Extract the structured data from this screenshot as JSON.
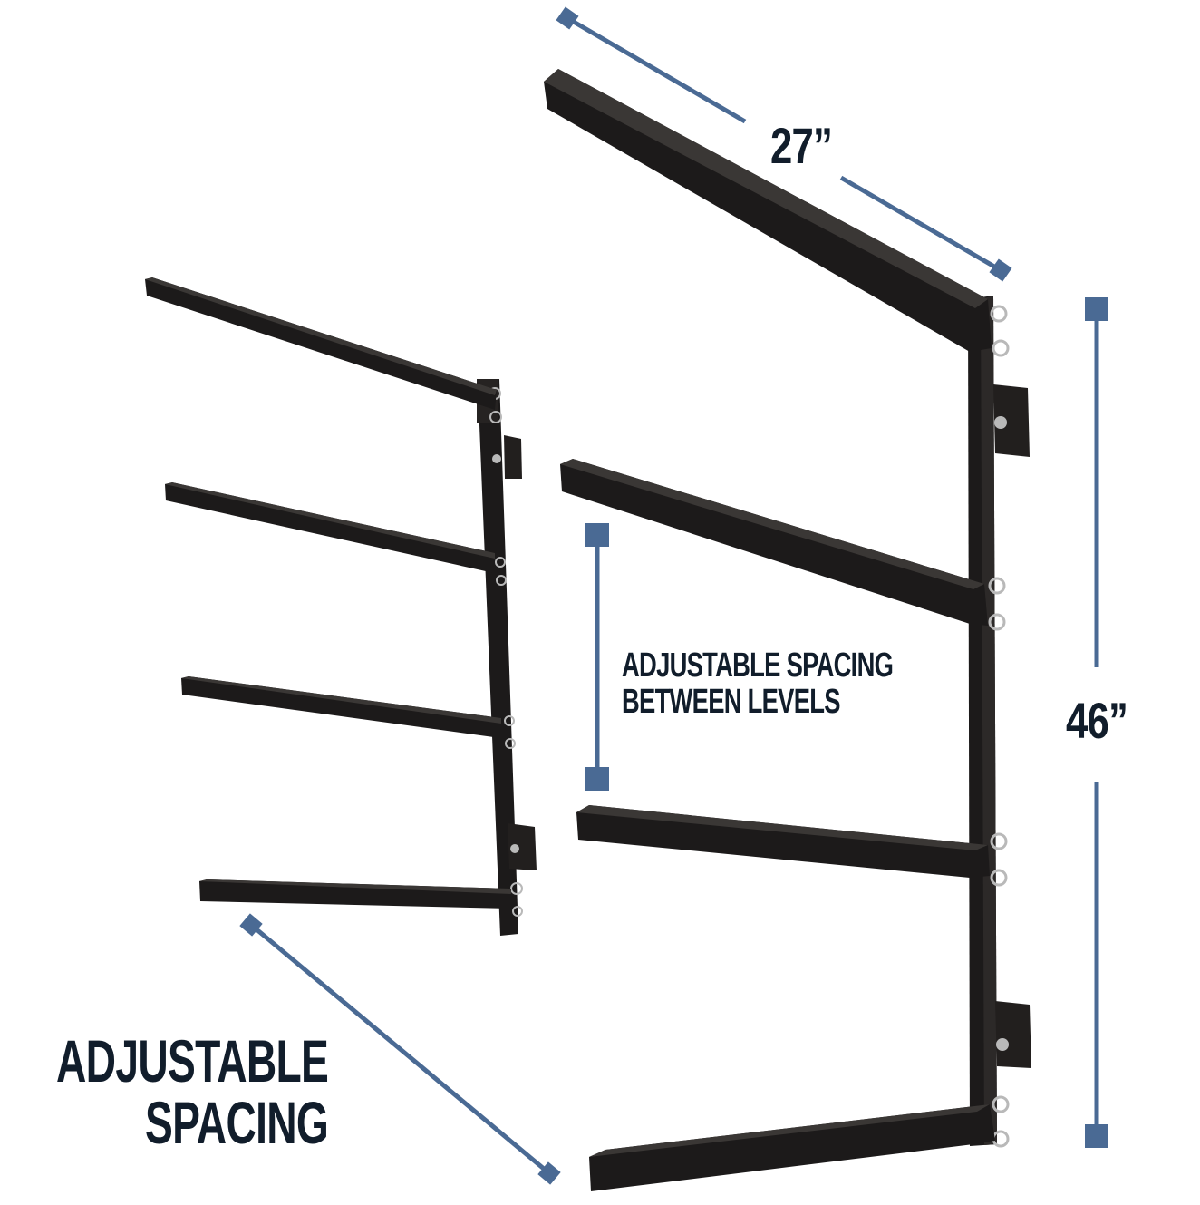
{
  "colors": {
    "background": "#ffffff",
    "text": "#111d2b",
    "dimension_line": "#4a6a94",
    "rack_steel": "#1c1a1a",
    "rack_highlight": "#3a3735",
    "hardware": "#b9b9b9"
  },
  "labels": {
    "width_dimension": "27”",
    "height_dimension": "46”",
    "levels_line1": "ADJUSTABLE SPACING",
    "levels_line2": "BETWEEN LEVELS",
    "spacing_line1": "ADJUSTABLE",
    "spacing_line2": "SPACING"
  },
  "product": {
    "left_rack": {
      "arms": 4,
      "view": "angled side view"
    },
    "right_rack": {
      "arms": 4,
      "view": "front three-quarter view"
    }
  }
}
